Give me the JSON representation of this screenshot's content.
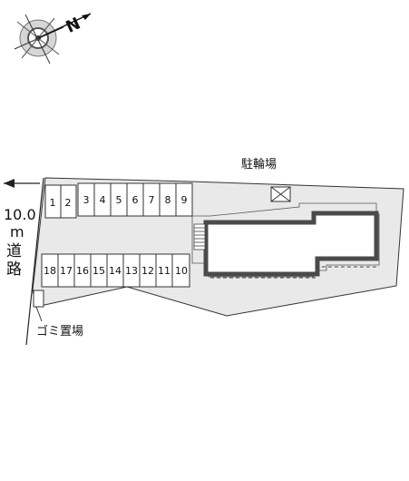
{
  "compass": {
    "north_label": "N",
    "icon": "compass-rose-icon"
  },
  "road": {
    "width_value": "10.0",
    "width_unit": "m",
    "name_chars": [
      "道",
      "路"
    ]
  },
  "parking": {
    "top_row": [
      "1",
      "2",
      "3",
      "4",
      "5",
      "6",
      "7",
      "8",
      "9"
    ],
    "bottom_row": [
      "18",
      "17",
      "16",
      "15",
      "14",
      "13",
      "12",
      "11",
      "10"
    ]
  },
  "labels": {
    "bicycle_parking": "駐輪場",
    "garbage_area": "ゴミ置場"
  },
  "colors": {
    "lot": "#e9e9e9",
    "building_outline": "#4a4a4a",
    "line": "#222222"
  }
}
